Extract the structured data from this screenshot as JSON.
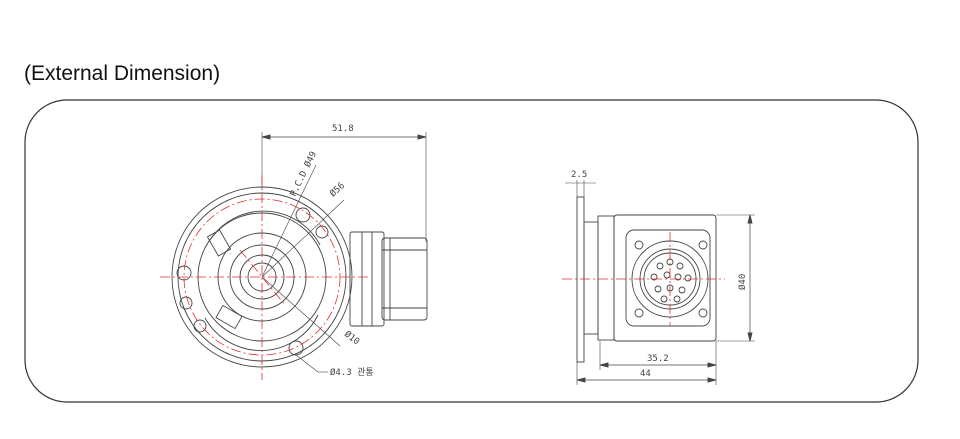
{
  "heading": "(External Dimension)",
  "front_view": {
    "dim_width": "51.8",
    "dim_pcd": "P.C.D Ø49",
    "dim_outer": "Ø56",
    "dim_shaft": "Ø10",
    "dim_hole": "Ø4.3 관통"
  },
  "side_view": {
    "dim_flange": "2.5",
    "dim_diameter": "Ø40",
    "dim_body": "35.2",
    "dim_total": "44"
  },
  "colors": {
    "line": "#444444",
    "center_line": "#e03030",
    "frame": "#333333"
  }
}
